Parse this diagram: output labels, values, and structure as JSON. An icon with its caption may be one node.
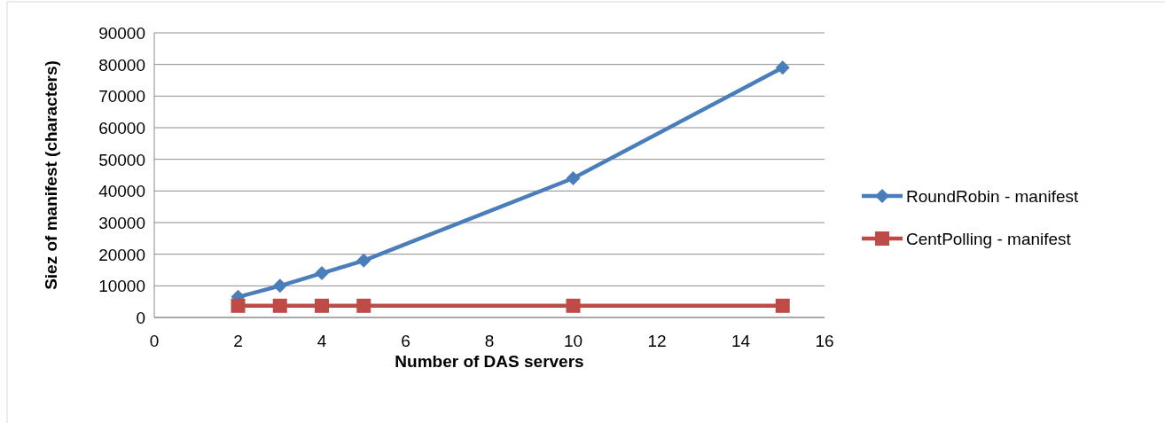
{
  "diagram": {
    "chart_data": {
      "type": "line",
      "xlabel": "Number of DAS servers",
      "ylabel": "Siez of manifest (characters)",
      "x": [
        2,
        3,
        4,
        5,
        10,
        15
      ],
      "series": [
        {
          "name": "RoundRobin - manifest",
          "color": "#4a7ebb",
          "marker": "diamond",
          "values": [
            6500,
            10000,
            14000,
            18000,
            44000,
            79000
          ]
        },
        {
          "name": "CentPolling - manifest",
          "color": "#be4b48",
          "marker": "square",
          "values": [
            3700,
            3700,
            3700,
            3700,
            3700,
            3700
          ]
        }
      ],
      "xlim": [
        0,
        16
      ],
      "ylim": [
        0,
        90000
      ],
      "xticks": [
        0,
        2,
        4,
        6,
        8,
        10,
        12,
        14,
        16
      ],
      "yticks": [
        0,
        10000,
        20000,
        30000,
        40000,
        50000,
        60000,
        70000,
        80000,
        90000
      ],
      "grid": true,
      "legend": true
    }
  }
}
